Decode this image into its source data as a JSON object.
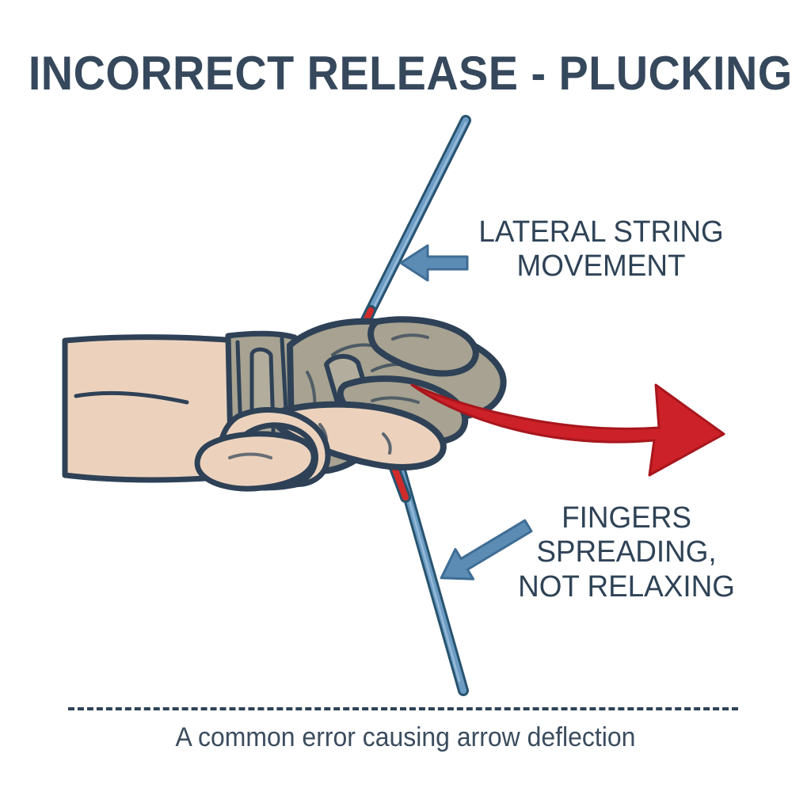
{
  "illustration": {
    "title": "INCORRECT RELEASE - PLUCKING",
    "caption": "A common error causing arrow deflection",
    "subject": "archery-release-form-diagram",
    "callouts": [
      {
        "id": "lateral-string-movement",
        "text": "LATERAL STRING\nMOVEMENT",
        "pointer": "blue-arrow-left"
      },
      {
        "id": "fingers-spreading",
        "text": "FINGERS\nSPREADING,\nNOT RELAXING",
        "pointer": "blue-arrow-up-left"
      }
    ],
    "arrows": {
      "motion_arrow_label": "lateral-deflection-sweep",
      "motion_arrow_direction": "right"
    },
    "colors": {
      "background": "#ffffff",
      "ink": "#2e4156",
      "title_text": "#36485c",
      "label_text": "#2f4356",
      "caption_text": "#3b4c5e",
      "motion_arrow_red": "#cc2128",
      "motion_arrow_red_dark": "#a8161d",
      "pointer_blue": "#5c8cb4",
      "pointer_blue_dark": "#3f6d94",
      "string_blue": "#6c9cc4",
      "string_blue_dark": "#27536f",
      "string_red": "#cf2b2b",
      "glove": "#a7a291",
      "glove_shadow": "#938e7c",
      "glove_strap": "#b2ad9c",
      "skin": "#ecd2bd",
      "skin_shadow": "#ddbda4",
      "skin_light": "#f4e2d2",
      "divider": "#2e4156"
    }
  }
}
